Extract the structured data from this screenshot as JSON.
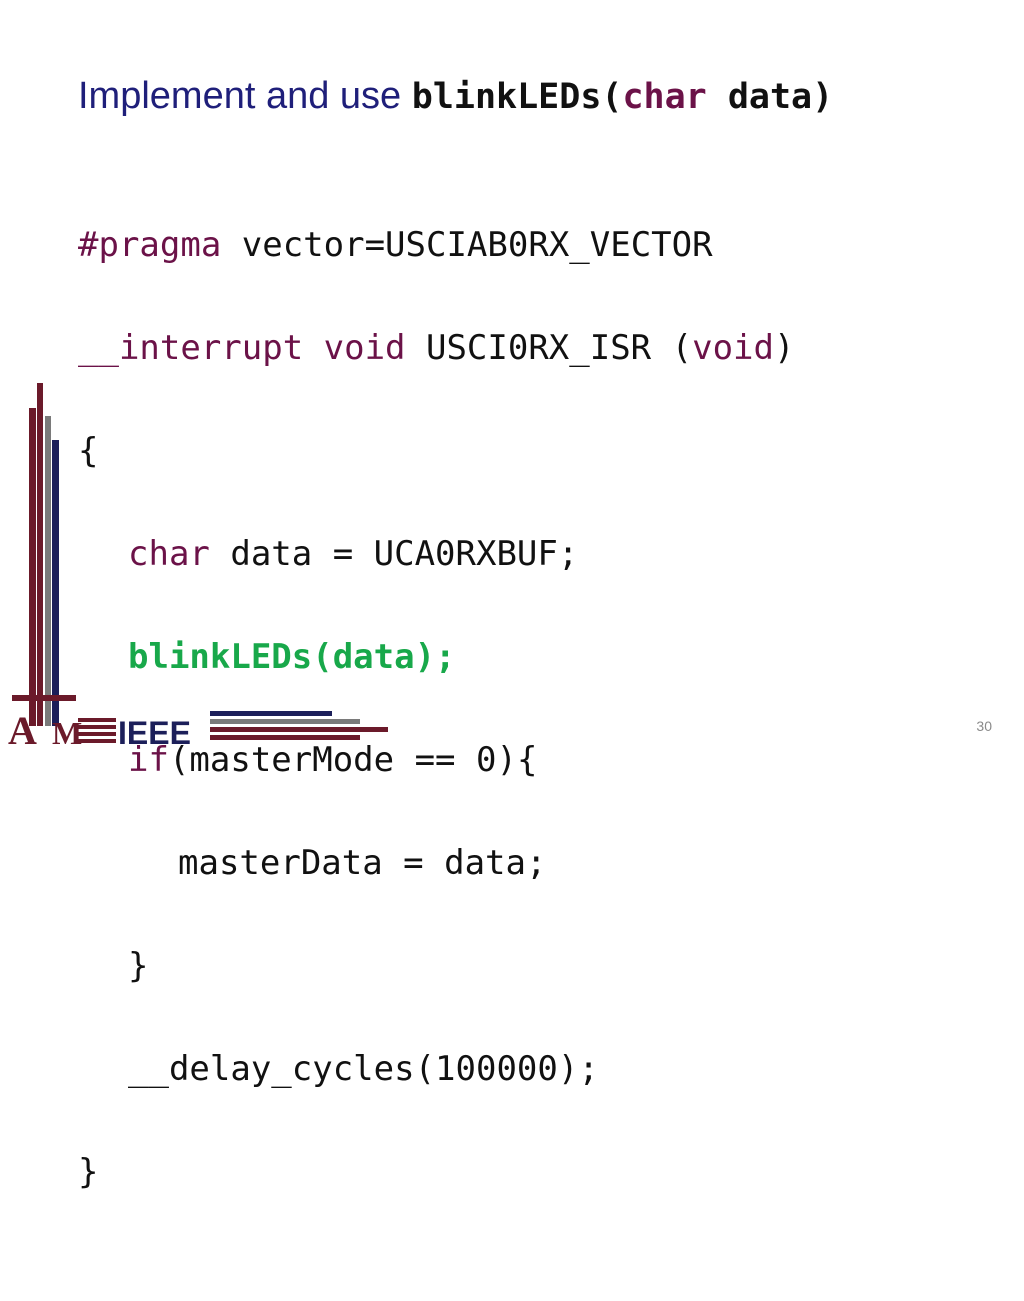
{
  "slide": {
    "title_prefix": "Implement and use ",
    "title_fn": "blinkLEDs(",
    "title_kw": "char",
    "title_suffix": " data)",
    "code": {
      "l1_kw": "#pragma",
      "l1_rest": " vector=USCIAB0RX_VECTOR",
      "l2_kw1": "__interrupt void",
      "l2_mid": " USCI0RX_ISR (",
      "l2_kw2": "void",
      "l2_end": ")",
      "l3": "{",
      "l4_kw": "char",
      "l4_rest": " data = UCA0RXBUF;",
      "l5": "blinkLEDs(data);",
      "l6_kw": "if",
      "l6_rest": "(masterMode == 0){",
      "l7": "masterData = data;",
      "l8": "}",
      "l9": "__delay_cycles(100000);",
      "l10": "}"
    },
    "page_number": "30"
  },
  "logo": {
    "text_a": "A",
    "text_m": "M",
    "text_ieee": "IEEE",
    "colors": {
      "maroon": "#6b1a2a",
      "navy": "#1c1f5a",
      "gray": "#7a7a7a"
    }
  }
}
